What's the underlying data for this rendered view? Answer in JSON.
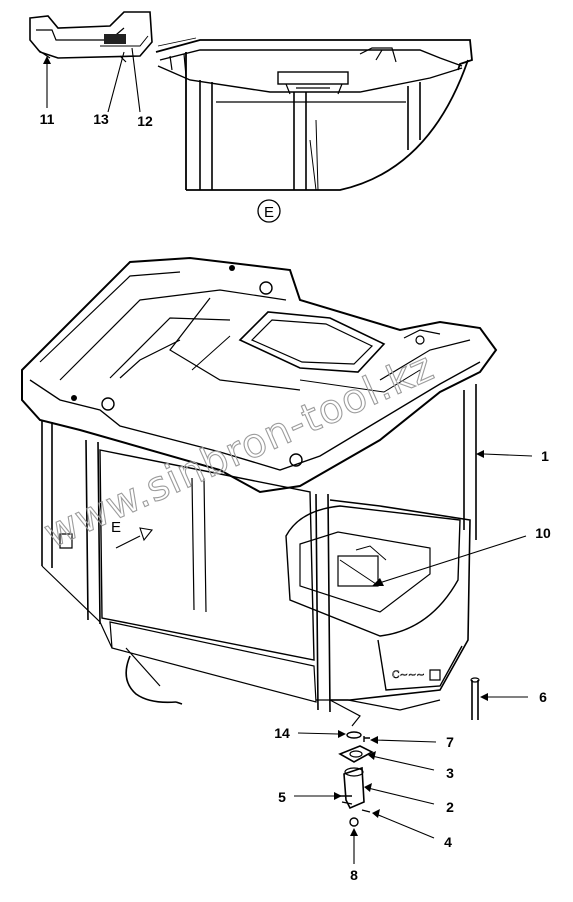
{
  "detail_view": {
    "label": "E",
    "callouts": [
      "11",
      "13",
      "12"
    ]
  },
  "main_view": {
    "view_marker": "E",
    "callouts": [
      "1",
      "10",
      "6",
      "14",
      "7",
      "3",
      "5",
      "2",
      "4",
      "8"
    ]
  },
  "watermark": "www.sinbron-tool.kz"
}
